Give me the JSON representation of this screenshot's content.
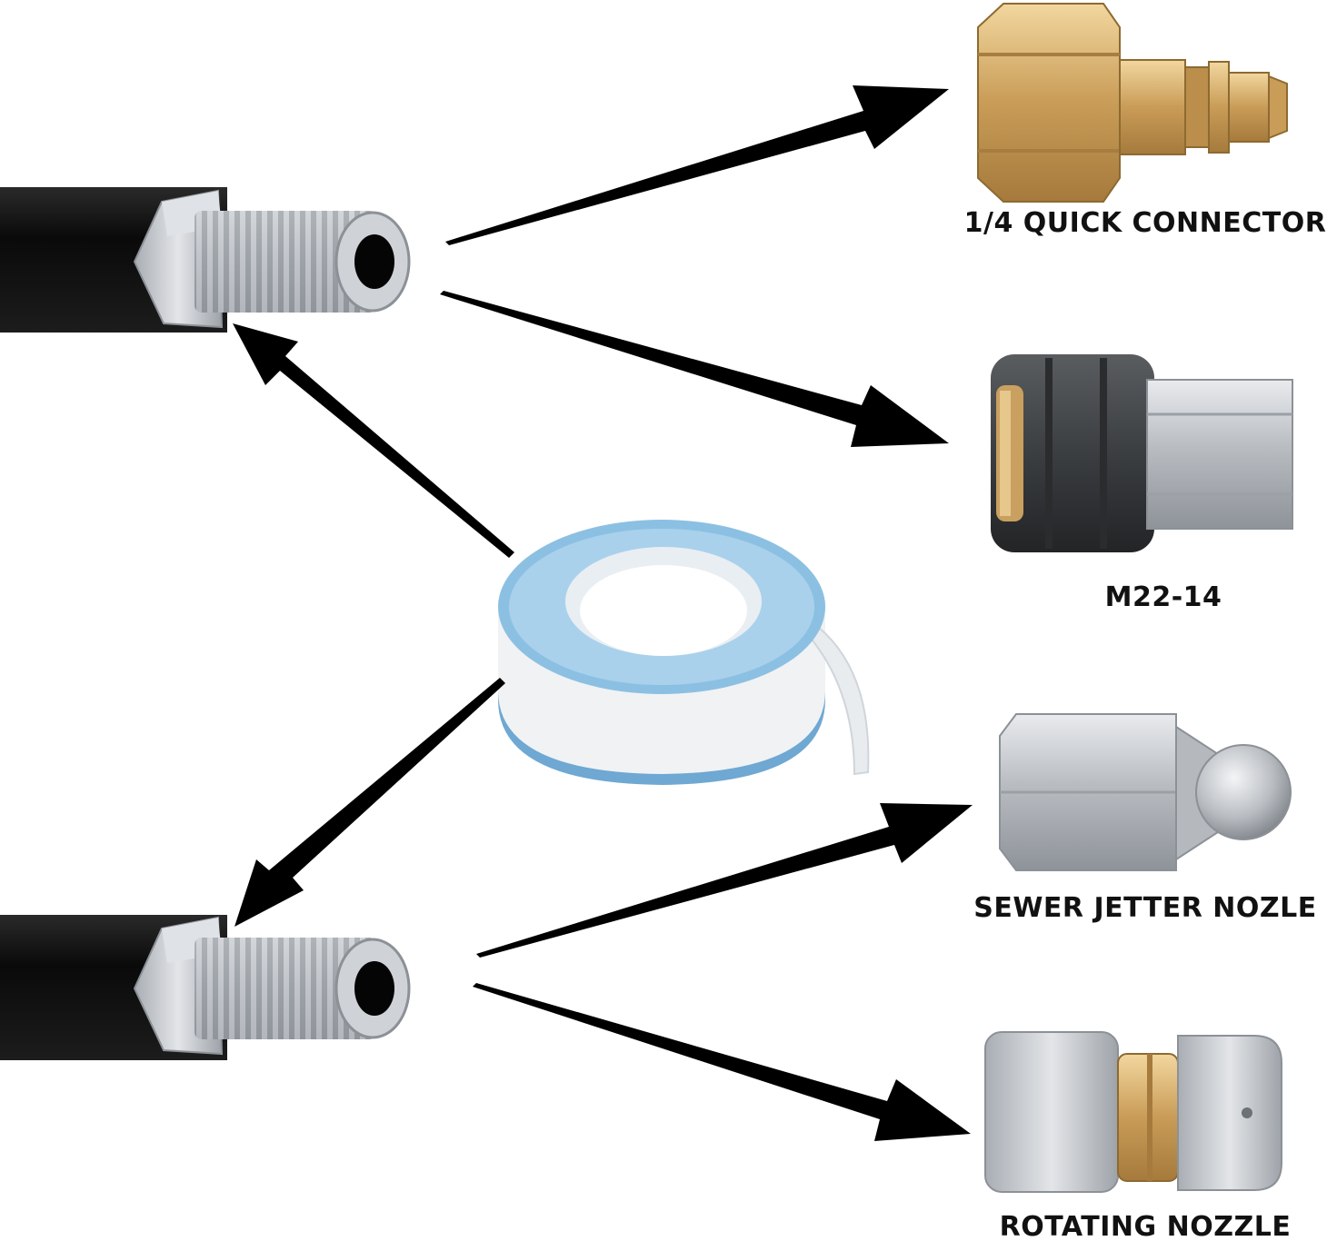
{
  "labels": {
    "quick_connector": "1/4 QUICK CONNECTOR",
    "m22": "M22-14",
    "sewer_nozzle": "SEWER JETTER NOZLE",
    "rotating_nozzle": "ROTATING NOZZLE"
  },
  "colors": {
    "hose": "#121212",
    "steel": "#c6c9cc",
    "brass": "#c9a060",
    "tape_blue": "#7fb5da",
    "tape_white": "#f2f4f6",
    "arrow": "#000000",
    "label_text": "#111111"
  },
  "icons": [
    "hose-fitting-icon",
    "quick-connector-icon",
    "m22-coupler-icon",
    "teflon-tape-icon",
    "sewer-nozzle-icon",
    "rotating-nozzle-icon"
  ]
}
